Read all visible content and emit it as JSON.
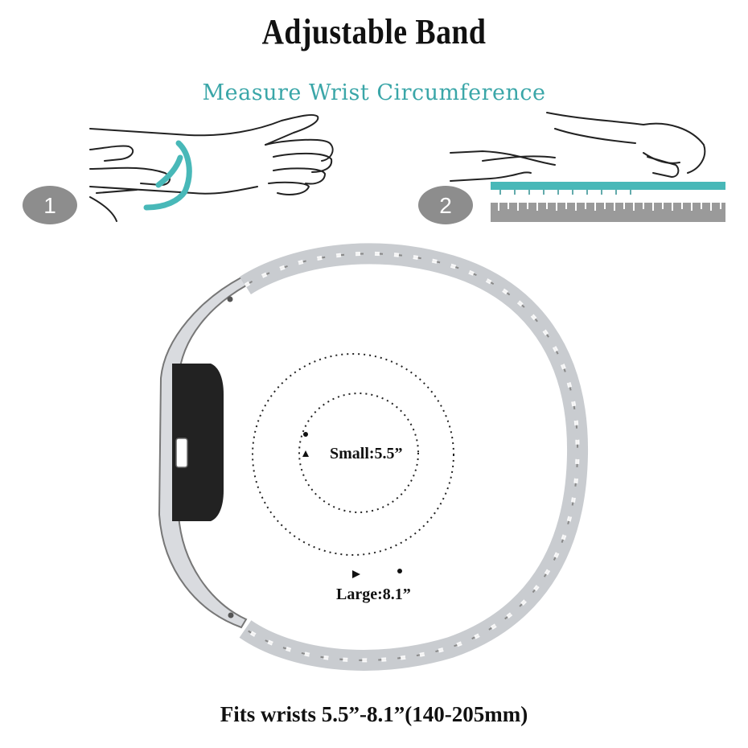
{
  "title": "Adjustable Band",
  "subtitle": "Measure Wrist Circumference",
  "steps": [
    {
      "number": "1"
    },
    {
      "number": "2"
    }
  ],
  "sizes": {
    "small_label": "Small:5.5”",
    "large_label": "Large:8.1”"
  },
  "footer": "Fits wrists 5.5”-8.1”(140-205mm)",
  "colors": {
    "tape": "#48b8b8",
    "step_badge": "#8d8d8d",
    "ruler": "#9a9a9a",
    "metal": "#c9ccd0",
    "tracker": "#222222"
  },
  "icons": [
    "wrist-measure-illustration",
    "tape-on-ruler-illustration",
    "metal-link-band-illustration"
  ]
}
